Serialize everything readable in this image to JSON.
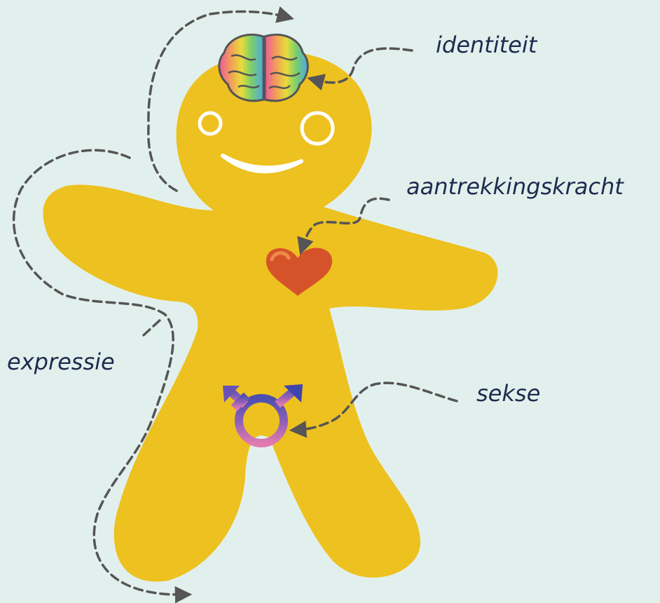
{
  "labels": {
    "identity": "identiteit",
    "attraction": "aantrekkingskracht",
    "expression": "expressie",
    "sex": "sekse"
  },
  "colors": {
    "background": "#e2f0ed",
    "body": "#edc11f",
    "label_text": "#1e2a4f",
    "arrow": "#555555",
    "heart": "#d6532a"
  },
  "icons": {
    "head": "rainbow-brain-icon",
    "chest": "heart-icon",
    "hips": "transgender-symbol-icon"
  }
}
